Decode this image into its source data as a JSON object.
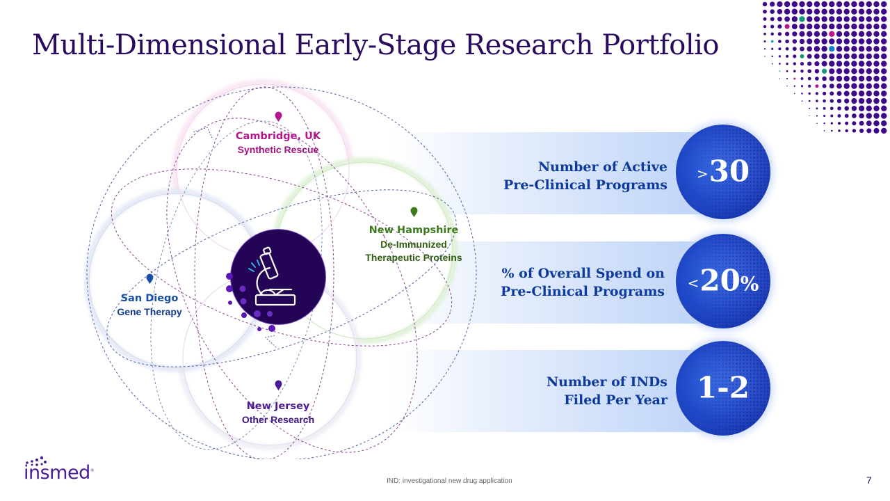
{
  "slide": {
    "title": "Multi-Dimensional Early-Stage Research Portfolio",
    "page_number": "7",
    "footnote": "IND:  investigational new drug application"
  },
  "colors": {
    "title": "#2a0a5e",
    "brand_purple": "#4a1b95",
    "center_disc": "#240555",
    "stat_text": "#0d3a9c",
    "orb_blue": "#1f48c7",
    "cambridge": "#b5168e",
    "new_hampshire": "#3d7a1e",
    "san_diego": "#1a4fa6",
    "new_jersey": "#4a1b95"
  },
  "locations": [
    {
      "city": "Cambridge, UK",
      "focus": "Synthetic Rescue",
      "icon": "map-pin-icon"
    },
    {
      "city": "New Hampshire",
      "focus_line1": "De-Immunized",
      "focus_line2": "Therapeutic Proteins",
      "icon": "map-pin-icon"
    },
    {
      "city": "San Diego",
      "focus": "Gene Therapy",
      "icon": "map-pin-icon"
    },
    {
      "city": "New Jersey",
      "focus": "Other Research",
      "icon": "map-pin-icon"
    }
  ],
  "center_icon": "microscope-icon",
  "stats": [
    {
      "label_line1": "Number of Active",
      "label_line2": "Pre-Clinical Programs",
      "comparator": ">",
      "value": "30",
      "suffix": ""
    },
    {
      "label_line1": "% of Overall Spend on",
      "label_line2": "Pre-Clinical Programs",
      "comparator": "<",
      "value": "20",
      "suffix": "%"
    },
    {
      "label_line1": "Number of INDs",
      "label_line2": "Filed Per Year",
      "comparator": "",
      "value": "1-2",
      "suffix": ""
    }
  ],
  "logo": {
    "wordmark": "insmed",
    "mark": "®"
  }
}
